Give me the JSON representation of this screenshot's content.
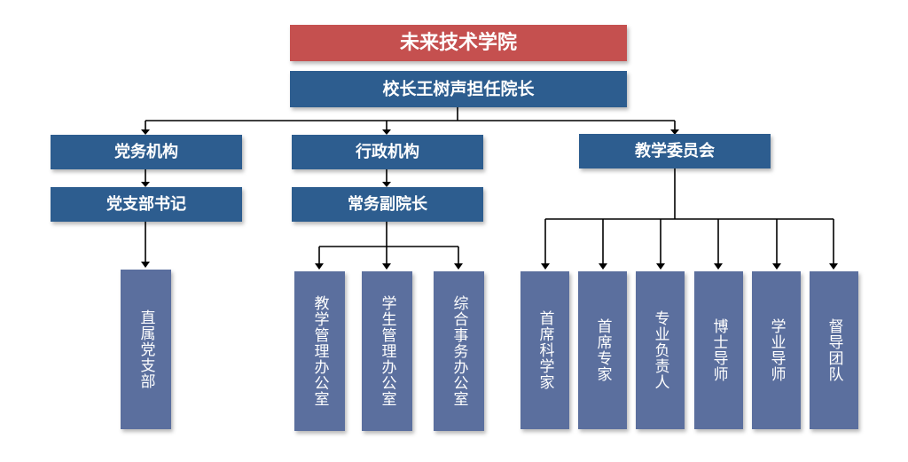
{
  "colors": {
    "title": "#c5504f",
    "primary": "#2d5d8f",
    "leaf": "#5b6f9e",
    "text": "#ffffff",
    "connector": "#000000"
  },
  "nodes": {
    "college": "未来技术学院",
    "dean": "校长王树声担任院长",
    "party": "党务机构",
    "admin": "行政机构",
    "teaching": "教学委员会",
    "party_secretary": "党支部书记",
    "vice_dean": "常务副院长",
    "party_branch": "直属党支部",
    "teaching_office": "教学管理办公室",
    "student_office": "学生管理办公室",
    "general_office": "综合事务办公室",
    "chief_scientist": "首席科学家",
    "chief_expert": "首席专家",
    "major_leader": "专业负责人",
    "phd_supervisor": "博士导师",
    "academic_supervisor": "学业导师",
    "supervision_team": "督导团队"
  }
}
